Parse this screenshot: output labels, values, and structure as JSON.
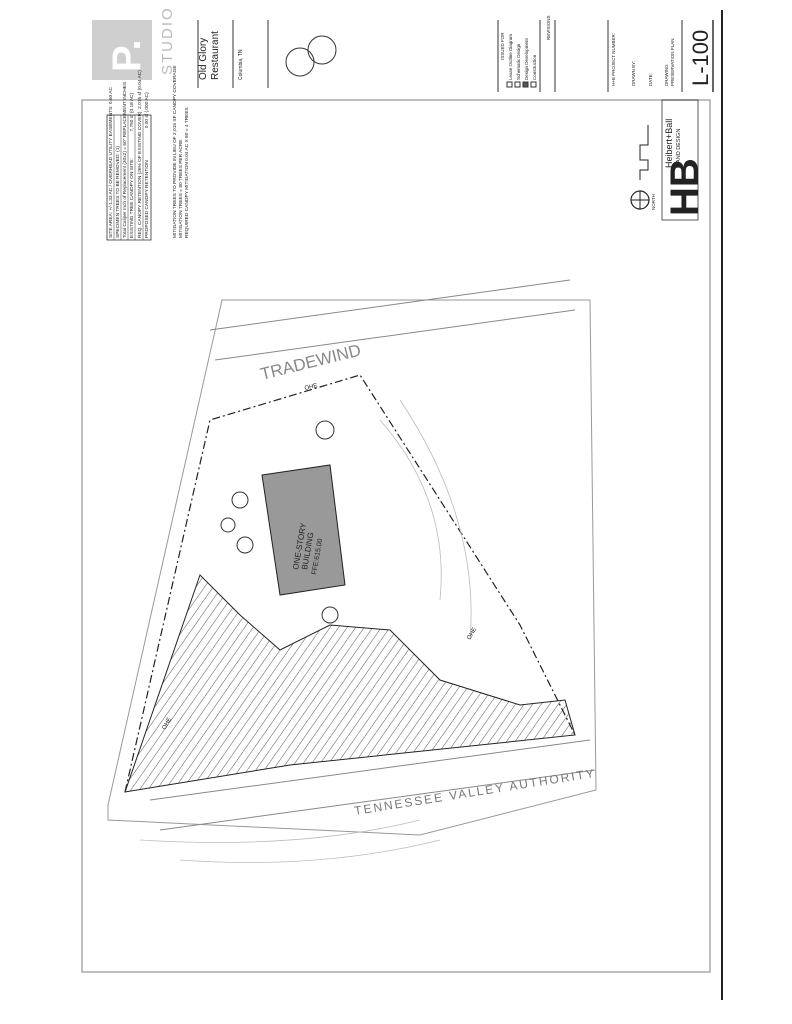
{
  "title_block": {
    "studio_logo": "P.",
    "studio_name": "STUDIO",
    "project_name_1": "Old Glory",
    "project_name_2": "Restaurant",
    "location": "Columbia, TN",
    "issued_for_label": "ISSUED FOR",
    "issued_for": [
      {
        "label": "Lease Outline Diagram",
        "checked": false
      },
      {
        "label": "Schematic Design",
        "checked": false
      },
      {
        "label": "Design Development",
        "checked": true
      },
      {
        "label": "Construction",
        "checked": false
      }
    ],
    "revisions_label": "REVISIONS",
    "project_number_label": "H+B PROJECT NUMBER:",
    "drawn_by_label": "DRAWN BY:",
    "date_label": "DATE:",
    "drawing_label": "DRAWING",
    "drawing_title": "PRESERVATION PLAN",
    "sheet_number": "L-100"
  },
  "firm": {
    "logo": "HB",
    "name": "Heibert+Ball",
    "subtitle": "LAND DESIGN",
    "north_label": "NORTH"
  },
  "canopy_table": [
    "SITE AREA: +/-1.33 AC / OVERHEAD UTILITY EASEMENTS: 0.60 AC",
    "SPECIMEN TREES TO BE REMOVED: (1)",
    "Total Caliper Inch of Replacement (30x2) = 60\" REPLACEMENT INCHES",
    "EXISTING TREE CANOPY ON SITE:                    7,750 sf (0.18 AC)",
    "REQ. CANOPY RETENTION (26% OF EXISTING COVER)  2,015 sf (0.04 AC)",
    "PROPOSED CANOPY RETENTION                        0.00 sf (.000 AC)"
  ],
  "notes": [
    "MITIGATION TREES TO PROVIDE IN LIEU OF 2,015 SF CANOPY COVERAGE",
    "MITIGATION TREES = 80 TREES PER ACRE",
    "REQUIRED CANOPY MITIGATION 0.04 AC X 80 = 4 TREES"
  ],
  "plan": {
    "road_label": "TRADEWIND",
    "tva_label": "TENNESSEE VALLEY AUTHORITY",
    "building_1": "ONE-STORY",
    "building_2": "BUILDING",
    "building_ffe": "FFE:615.00",
    "ohe": "OHE"
  }
}
